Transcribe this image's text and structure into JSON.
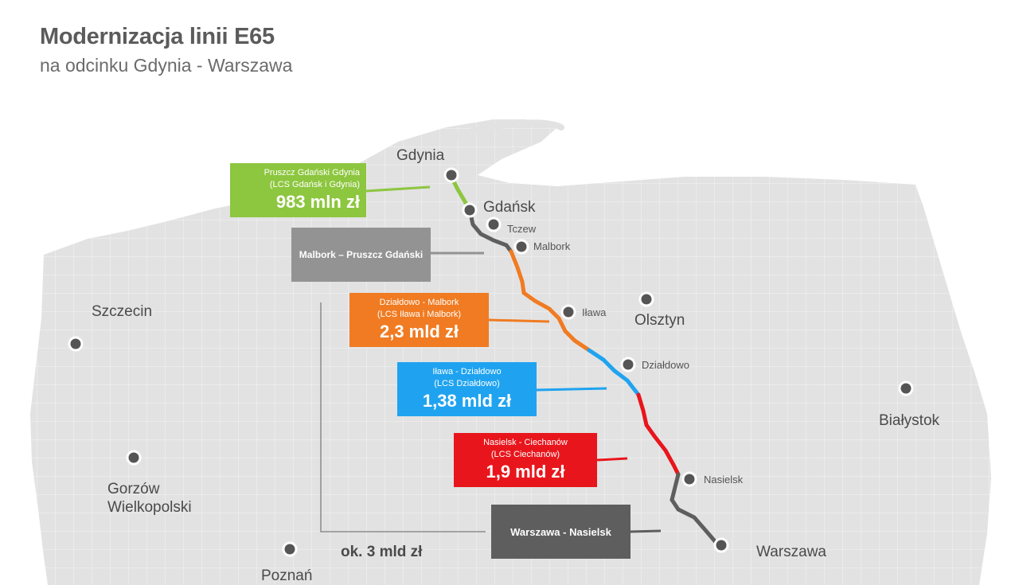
{
  "header": {
    "title": "Modernizacja linii E65",
    "subtitle": "na odcinku Gdynia - Warszawa"
  },
  "cities": {
    "gdynia": "Gdynia",
    "gdansk": "Gdańsk",
    "tczew": "Tczew",
    "malbork": "Malbork",
    "ilawa": "Iława",
    "olsztyn": "Olsztyn",
    "dzialdowo": "Działdowo",
    "bialystok": "Białystok",
    "szczecin": "Szczecin",
    "gorzow_line1": "Gorzów",
    "gorzow_line2": "Wielkopolski",
    "nasielsk": "Nasielsk",
    "warszawa": "Warszawa",
    "poznan": "Poznań"
  },
  "sections": [
    {
      "id": "gdynia",
      "line1": "Pruszcz Gdański Gdynia",
      "line2": "(LCS Gdańsk i Gdynia)",
      "cost": "983 mln zł",
      "color": "#8dc63f"
    },
    {
      "id": "malbork",
      "label": "Malbork – Pruszcz Gdański",
      "color": "#939393"
    },
    {
      "id": "dzialdowo_malbork",
      "line1": "Działdowo - Malbork",
      "line2": "(LCS Iława i Malbork)",
      "cost": "2,3 mld zł",
      "color": "#f07b22"
    },
    {
      "id": "ilawa_dzialdowo",
      "line1": "Iława - Działdowo",
      "line2": "(LCS Działdowo)",
      "cost": "1,38 mld zł",
      "color": "#1fa3f0"
    },
    {
      "id": "nasielsk_ciechanow",
      "line1": "Nasielsk - Ciechanów",
      "line2": "(LCS Ciechanów)",
      "cost": "1,9 mld zł",
      "color": "#e8161c"
    },
    {
      "id": "warszawa_nasielsk",
      "label": "Warszawa - Nasielsk",
      "color": "#5e5e5e"
    }
  ],
  "bracket": {
    "label": "ok. 3 mld zł"
  }
}
